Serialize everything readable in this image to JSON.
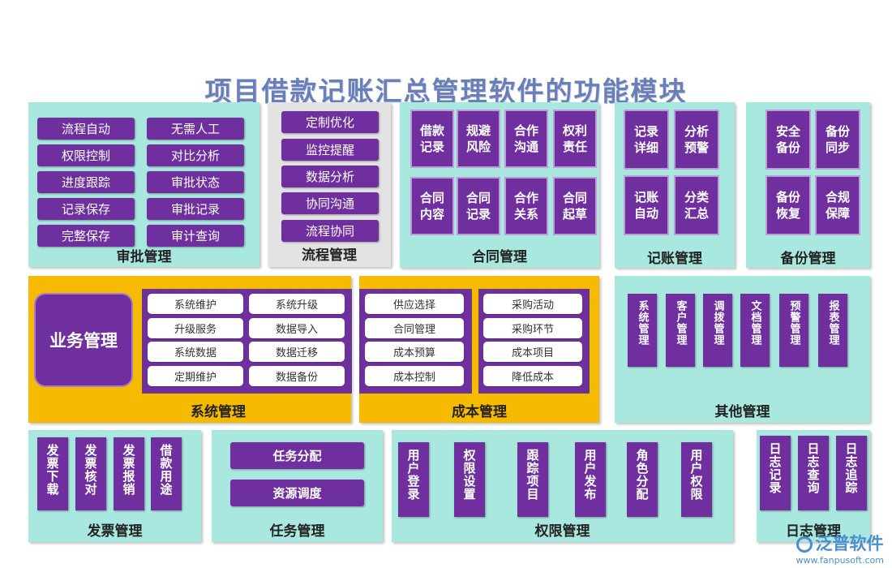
{
  "title": "项目借款记账汇总管理软件的功能模块",
  "approval": {
    "label": "审批管理",
    "items": [
      "流程自动",
      "无需人工",
      "权限控制",
      "对比分析",
      "进度跟踪",
      "审批状态",
      "记录保存",
      "审批记录",
      "完整保存",
      "审计查询"
    ]
  },
  "process": {
    "label": "流程管理",
    "items": [
      "定制优化",
      "监控提醒",
      "数据分析",
      "协同沟通",
      "流程协同"
    ]
  },
  "contract": {
    "label": "合同管理",
    "items": [
      "借款记录",
      "规避风险",
      "合作沟通",
      "权利责任",
      "合同内容",
      "合同记录",
      "合作关系",
      "合同起草"
    ]
  },
  "bookkeeping": {
    "label": "记账管理",
    "items": [
      "记录详细",
      "分析预警",
      "记账自动",
      "分类汇总"
    ]
  },
  "backup": {
    "label": "备份管理",
    "items": [
      "安全备份",
      "备份同步",
      "备份恢复",
      "合规保障"
    ]
  },
  "business": {
    "label": "业务管理"
  },
  "system": {
    "label": "系统管理",
    "items": [
      "系统维护",
      "系统升级",
      "升级服务",
      "数据导入",
      "系统数据",
      "数据迁移",
      "定期维护",
      "数据备份"
    ]
  },
  "cost": {
    "label": "成本管理",
    "items": [
      "供应选择",
      "采购活动",
      "合同管理",
      "采购环节",
      "成本预算",
      "成本项目",
      "成本控制",
      "降低成本"
    ]
  },
  "other": {
    "label": "其他管理",
    "items": [
      "系统管理",
      "客户管理",
      "调拨管理",
      "文档管理",
      "预警管理",
      "报表管理"
    ]
  },
  "invoice": {
    "label": "发票管理",
    "items": [
      "发票下载",
      "发票核对",
      "发票报销",
      "借款用途"
    ]
  },
  "task": {
    "label": "任务管理",
    "items": [
      "任务分配",
      "资源调度"
    ]
  },
  "permission": {
    "label": "权限管理",
    "items": [
      "用户登录",
      "权限设置",
      "跟踪项目",
      "用户发布",
      "角色分配",
      "用户权限"
    ]
  },
  "log": {
    "label": "日志管理",
    "items": [
      "日志记录",
      "日志查询",
      "日志追踪"
    ]
  },
  "logo": {
    "name": "泛普软件",
    "url": "www.fanpusoft.com"
  },
  "colors": {
    "panel": "#a9e8df",
    "purple": "#6f2f9f",
    "yellow": "#f6bb00",
    "grey": "#e3e3e3",
    "title": "#6a7fb8"
  }
}
